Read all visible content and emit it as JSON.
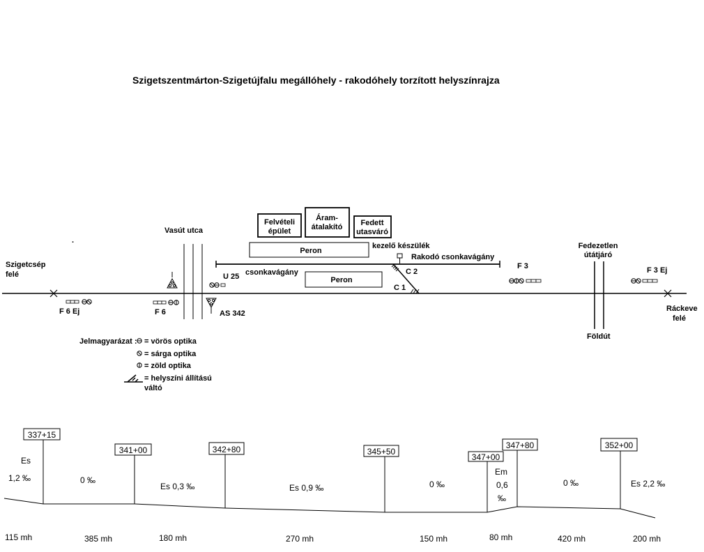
{
  "title": "Szigetszentmárton-Szigetújfalu megállóhely - rakodóhely  torzított helyszínrajza",
  "directions": {
    "left": [
      "Szigetcsép",
      "felé"
    ],
    "right": [
      "Ráckeve",
      "felé"
    ]
  },
  "street": "Vasút utca",
  "crossing": [
    "Fedezetlen",
    "útátjáró"
  ],
  "dirt_road": "Földút",
  "buildings": {
    "reception": [
      "Felvételi",
      "épület"
    ],
    "transformer": [
      "Áram-",
      "átalakító"
    ],
    "shelter": [
      "Fedett",
      "utasváró"
    ]
  },
  "platforms": [
    "Peron",
    "Peron"
  ],
  "sidings": {
    "left": "csonkavágány",
    "loading": "Rakodó csonkavágány",
    "operator": "kezelő készülék"
  },
  "signals": {
    "f6ej": "F 6 Ej",
    "f6": "F 6",
    "u25": "U 25",
    "as342": "AS 342",
    "f3": "F 3",
    "f3ej": "F 3 Ej"
  },
  "switches": {
    "c1": "C 1",
    "c2": "C 2"
  },
  "legend": {
    "header": "Jelmagyarázat :",
    "items": [
      {
        "label": "= vörös optika",
        "icon": "red-optic-icon"
      },
      {
        "label": "= sárga optika",
        "icon": "yellow-optic-icon"
      },
      {
        "label": "= zöld optika",
        "icon": "green-optic-icon"
      }
    ],
    "switch_label": [
      "= helyszíni állítású",
      "váltó"
    ],
    "switch_icon": "local-switch-icon"
  },
  "profile": {
    "km_posts": [
      "337+15",
      "341+00",
      "342+80",
      "345+50",
      "347+00",
      "347+80",
      "352+00"
    ],
    "grades": [
      [
        "Es",
        "1,2  ‰"
      ],
      [
        "0  ‰"
      ],
      [
        "Es 0,3  ‰"
      ],
      [
        "Es 0,9  ‰"
      ],
      [
        "0  ‰"
      ],
      [
        "Em",
        "0,6",
        "‰"
      ],
      [
        "0  ‰"
      ],
      [
        "Es 2,2 ‰"
      ]
    ],
    "lengths": [
      "115 mh",
      "385 mh",
      "180 mh",
      "270 mh",
      "150 mh",
      "80 mh",
      "420 mh",
      "200 mh"
    ]
  }
}
